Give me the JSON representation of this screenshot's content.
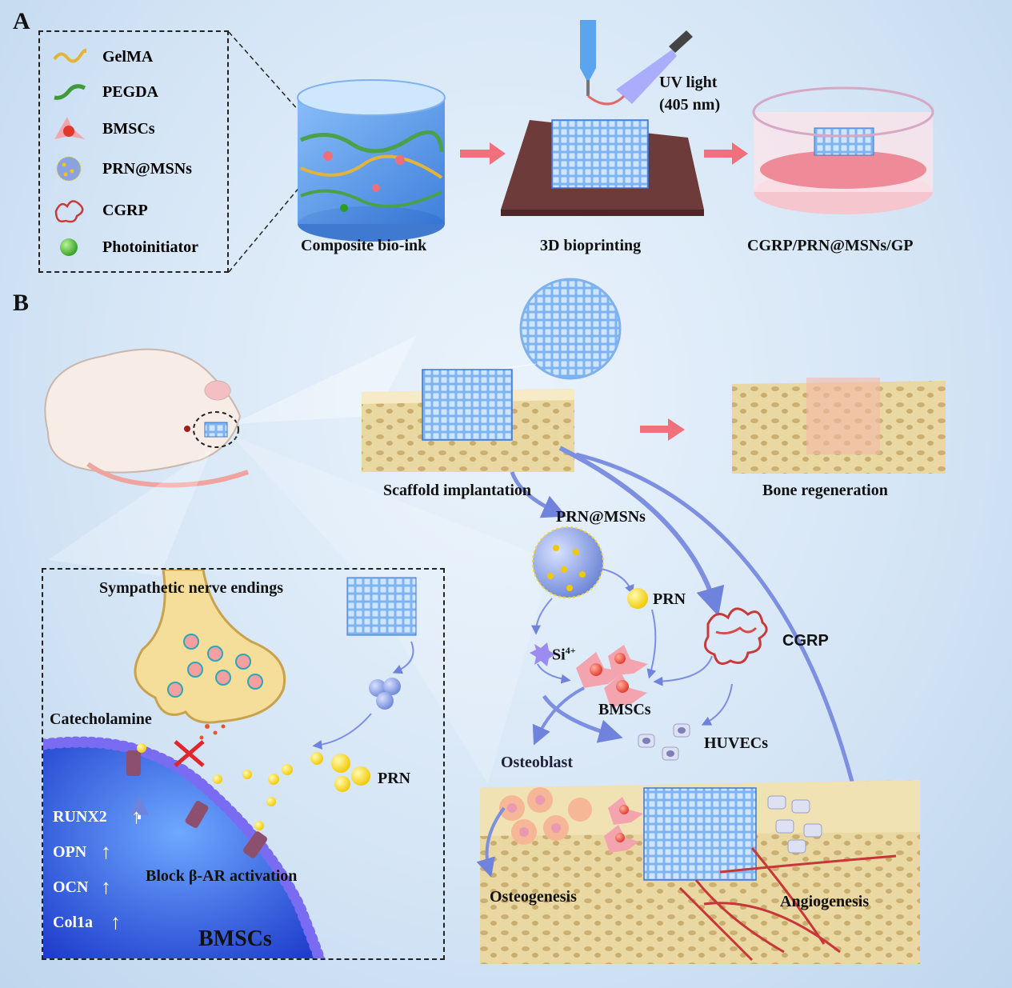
{
  "panels": {
    "a": "A",
    "b": "B"
  },
  "legend": [
    {
      "label": "GelMA",
      "icon": "gelma-wave-icon",
      "color": "#e3b43a"
    },
    {
      "label": "PEGDA",
      "icon": "pegda-wave-icon",
      "color": "#3f9a3c"
    },
    {
      "label": "BMSCs",
      "icon": "bmsc-cell-icon",
      "color": "#ef6f78"
    },
    {
      "label": "PRN@MSNs",
      "icon": "nanoparticle-icon",
      "color": "#6f8fd6"
    },
    {
      "label": "CGRP",
      "icon": "protein-icon",
      "color": "#c83a3a"
    },
    {
      "label": "Photoinitiator",
      "icon": "green-sphere-icon",
      "color": "#3db02e"
    }
  ],
  "panel_a": {
    "composite_label": "Composite bio-ink",
    "printing_label": "3D bioprinting",
    "uv_line1": "UV light",
    "uv_line2": "(405 nm)",
    "product_label": "CGRP/PRN@MSNs/GP"
  },
  "panel_b": {
    "scaffold_label": "Scaffold implantation",
    "regen_label": "Bone regeneration",
    "prn_msns_label": "PRN@MSNs",
    "prn_label": "PRN",
    "si_label": "Si",
    "si_sup": "4+",
    "cgrp_label": "CGRP",
    "bmscs_label": "BMSCs",
    "huvecs_label": "HUVECs",
    "osteoblast_label": "Osteoblast",
    "osteogenesis_label": "Osteogenesis",
    "angiogenesis_label": "Angiogenesis"
  },
  "inset": {
    "nerve_label": "Sympathetic nerve endings",
    "catecholamine_label": "Catecholamine",
    "prn_label": "PRN",
    "block_label": "Block β-AR activation",
    "cell_label": "BMSCs",
    "markers": [
      "RUNX2",
      "OPN",
      "OCN",
      "Col1a"
    ]
  },
  "colors": {
    "scaffold_blue": "#4f8fe0",
    "bone": "#ecd9a4",
    "arrow_pink": "#f2707c",
    "arrow_blue": "#7d8fe0",
    "prn_yellow": "#ffe000",
    "cell_membrane": "#6a5fe0"
  }
}
